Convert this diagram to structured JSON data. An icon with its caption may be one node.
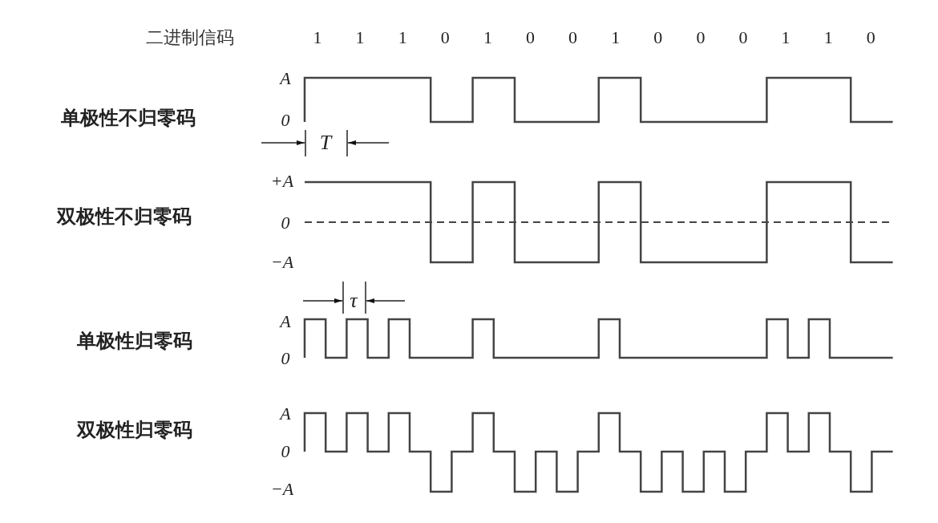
{
  "diagram": {
    "labels": [
      "二进制信码",
      "1",
      "1",
      "1",
      "0",
      "1",
      "0",
      "0",
      "1",
      "0",
      "0",
      "0",
      "1",
      "1",
      "0",
      "A",
      "单极性不归零码",
      "0",
      "T",
      "+A",
      "双极性不归零码",
      "0",
      "−A",
      "τ",
      "A",
      "单极性归零码",
      "0",
      "A",
      "双极性归零码",
      "0",
      "−A"
    ]
  }
}
